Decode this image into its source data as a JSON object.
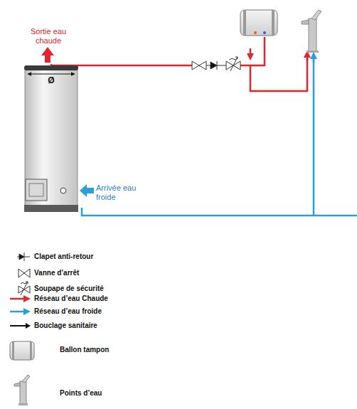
{
  "diagram": {
    "nodes": [
      {
        "text": [
          "Ø"
        ]
      }
    ],
    "labels": [
      "Sortie eau chaude",
      "Arrivée eau froide"
    ],
    "legend": [
      {
        "text": "Clapet anti-retour"
      },
      {
        "text": "Vanne d’arrêt"
      },
      {
        "text": "Soupape de sécurité"
      },
      {
        "text": "Réseau d’eau Chaude"
      },
      {
        "text": "Réseau d’eau froide"
      },
      {
        "text": "Bouclage sanitaire"
      },
      {
        "text": "Ballon tampon"
      },
      {
        "text": "Points d’eau"
      }
    ]
  }
}
